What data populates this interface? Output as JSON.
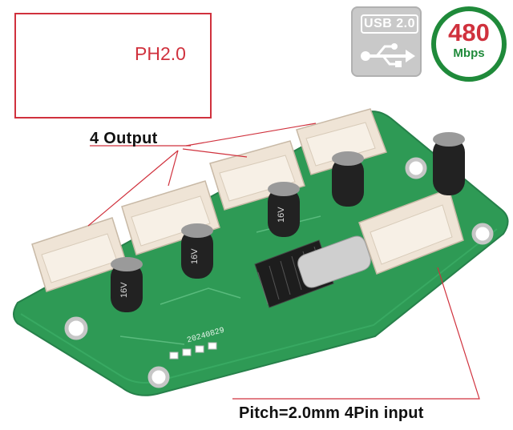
{
  "inset": {
    "connector_label": "PH2.0"
  },
  "usb_badge": {
    "version": "USB 2.0",
    "icon": "usb-trident-icon"
  },
  "speed_badge": {
    "value": "480",
    "unit": "Mbps"
  },
  "callouts": {
    "outputs": "4 Output",
    "input": "Pitch=2.0mm 4Pin input"
  },
  "board": {
    "cap_rating": "16V",
    "silkscreen_date": "20240829",
    "colors": {
      "pcb": "#2e9a55",
      "connector": "#efe4d6",
      "accent_red": "#d0313d",
      "accent_green": "#1f8a3a"
    }
  }
}
